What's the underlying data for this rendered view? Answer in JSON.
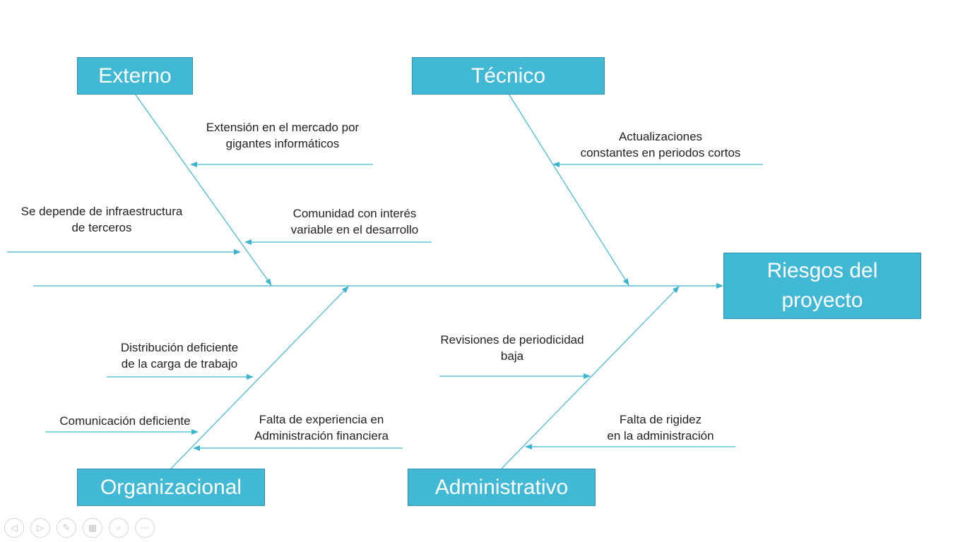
{
  "colors": {
    "accent": "#41b8d4",
    "line": "#3cb4cf",
    "text": "#222222"
  },
  "diagram": {
    "effect": "Riesgos del proyecto",
    "categories": {
      "externo": "Externo",
      "tecnico": "Técnico",
      "organizacional": "Organizacional",
      "administrativo": "Administrativo"
    },
    "causes": {
      "externo_1": "Extensión en el mercado por\ngigantes informáticos",
      "externo_2": "Se depende de infraestructura\nde terceros",
      "externo_3": "Comunidad con interés\nvariable en el desarrollo",
      "tecnico_1": "Actualizaciones\nconstantes en periodos cortos",
      "organizacional_1": "Distribución deficiente\nde la carga de trabajo",
      "organizacional_2": "Comunicación deficiente",
      "organizacional_3": "Falta de experiencia en\nAdministración financiera",
      "administrativo_1": "Revisiones de periodicidad\nbaja",
      "administrativo_2": "Falta de rigidez\nen la administración"
    }
  },
  "controls": [
    {
      "name": "previous-slide-icon",
      "glyph": "▷"
    },
    {
      "name": "next-slide-icon",
      "glyph": "▷"
    },
    {
      "name": "pen-icon",
      "glyph": "✎"
    },
    {
      "name": "slides-overview-icon",
      "glyph": "▦"
    },
    {
      "name": "zoom-icon",
      "glyph": "⌕"
    },
    {
      "name": "more-options-icon",
      "glyph": "⋯"
    }
  ]
}
